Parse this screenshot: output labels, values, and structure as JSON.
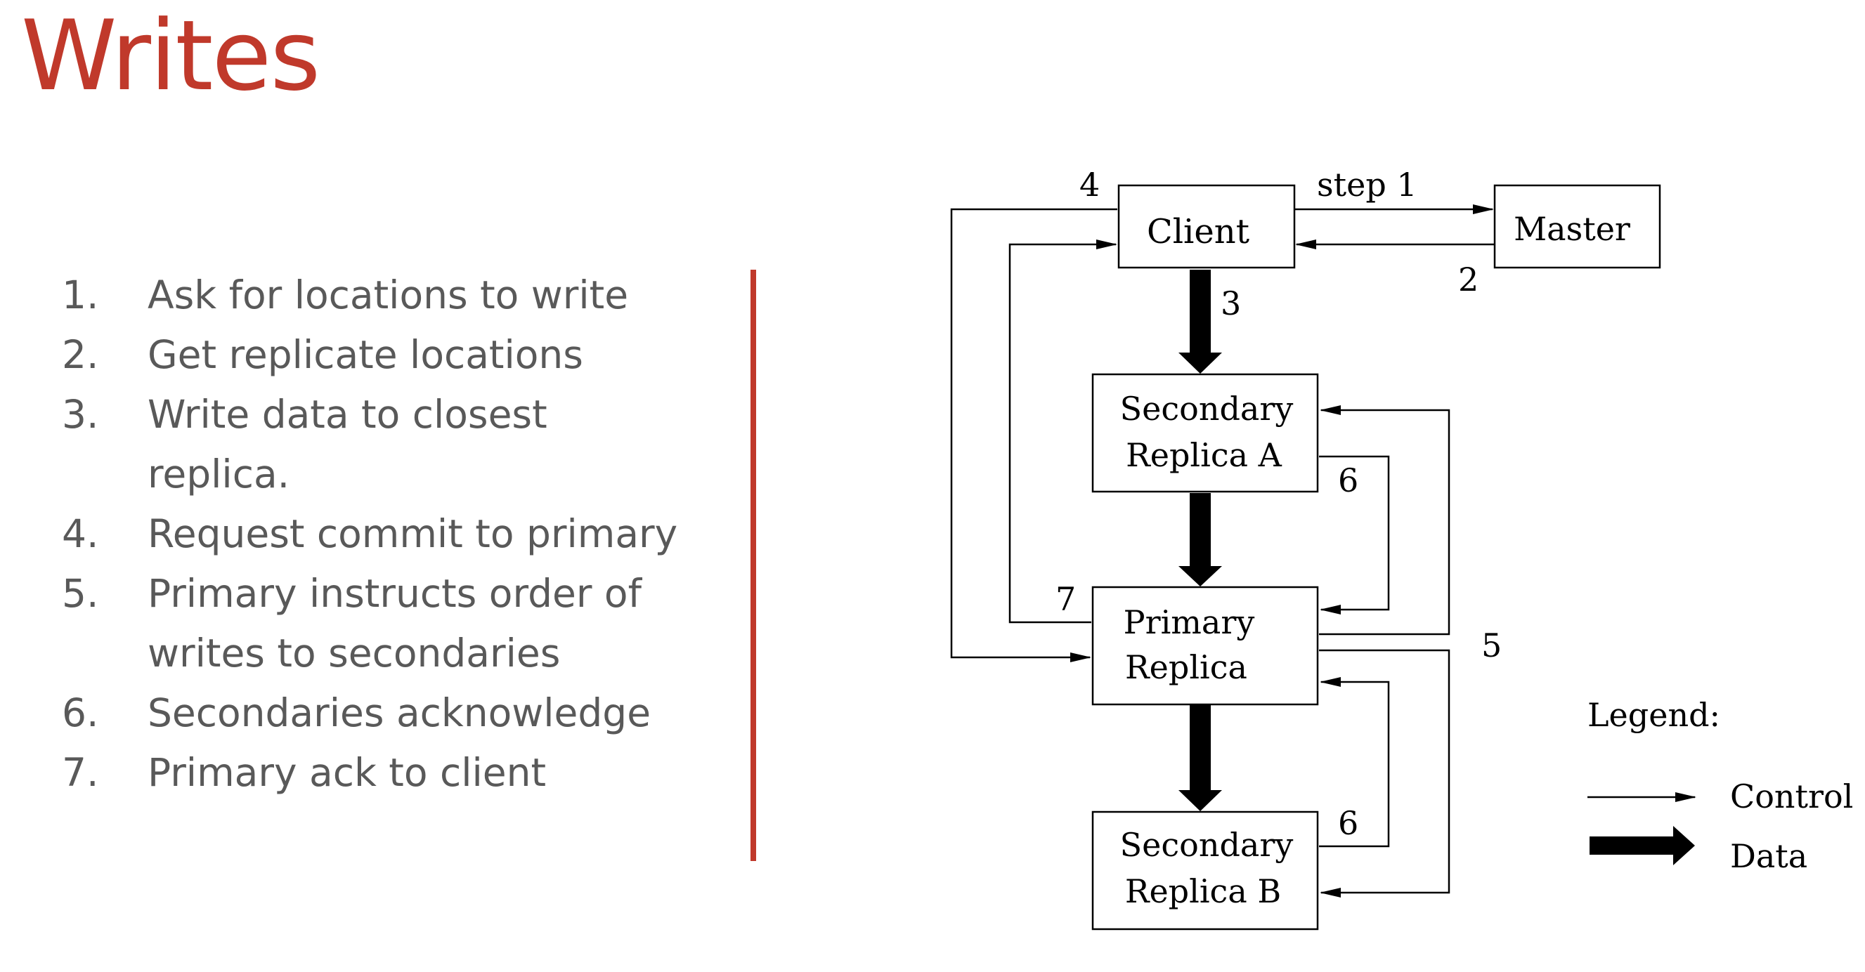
{
  "slide": {
    "title": "Writes",
    "title_color": "#c0392b",
    "divider_color": "#c0392b",
    "steps": [
      {
        "num": "1.",
        "lines": [
          "Ask for locations to write"
        ]
      },
      {
        "num": "2.",
        "lines": [
          "Get replicate locations"
        ]
      },
      {
        "num": "3.",
        "lines": [
          "Write data to closest",
          "replica."
        ]
      },
      {
        "num": "4.",
        "lines": [
          "Request commit to primary"
        ]
      },
      {
        "num": "5.",
        "lines": [
          "Primary instructs order of",
          "writes to secondaries"
        ]
      },
      {
        "num": "6.",
        "lines": [
          "Secondaries acknowledge"
        ]
      },
      {
        "num": "7.",
        "lines": [
          "Primary ack to client"
        ]
      }
    ]
  },
  "diagram": {
    "nodes": {
      "client": [
        "Client"
      ],
      "master": [
        "Master"
      ],
      "secondary_a": [
        "Secondary",
        "Replica A"
      ],
      "primary": [
        "Primary",
        "Replica"
      ],
      "secondary_b": [
        "Secondary",
        "Replica B"
      ]
    },
    "edge_labels": {
      "step1": "step 1",
      "step2": "2",
      "step3": "3",
      "step4": "4",
      "step5": "5",
      "step6a": "6",
      "step6b": "6",
      "step7": "7"
    },
    "legend": {
      "title": "Legend:",
      "control": "Control",
      "data": "Data"
    }
  }
}
